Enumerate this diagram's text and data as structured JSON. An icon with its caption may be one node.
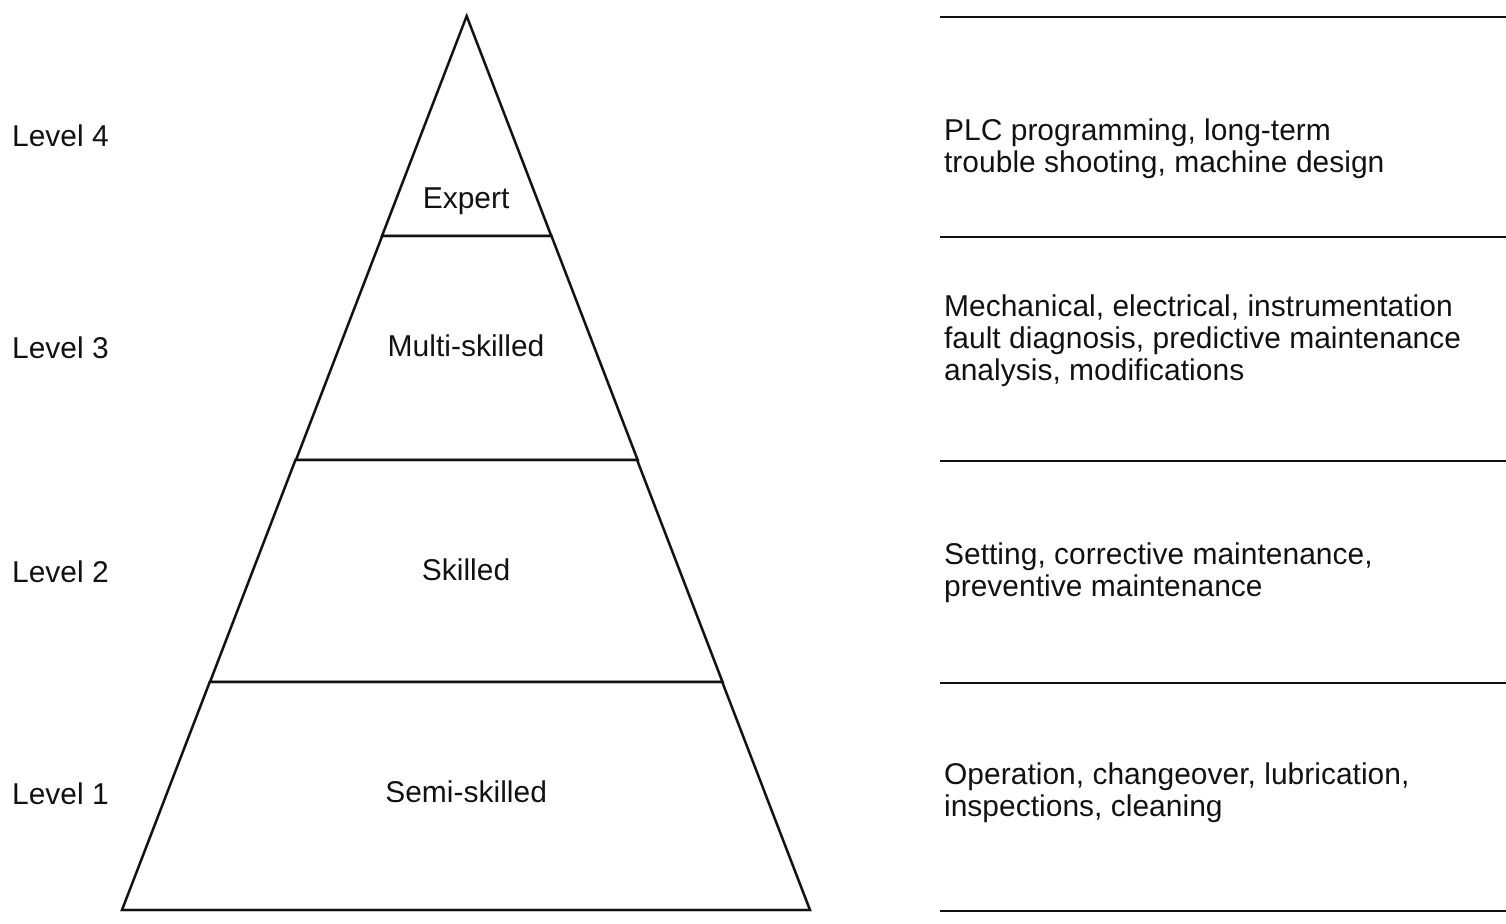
{
  "diagram": {
    "nodes": [
      {
        "text": [
          "Expert"
        ]
      },
      {
        "text": [
          "Multi-skilled"
        ]
      },
      {
        "text": [
          "Skilled"
        ]
      },
      {
        "text": [
          "Semi-skilled"
        ]
      }
    ],
    "edges": [],
    "labels": [
      "Level 4",
      "PLC programming, long-term trouble shooting, machine design",
      "Level 3",
      "Mechanical, electrical, instrumentation fault diagnosis, predictive maintenance analysis, modifications",
      "Level 2",
      "Setting, corrective maintenance, preventive maintenance",
      "Level 1",
      "Operation, changeover, lubrication, inspections, cleaning"
    ]
  }
}
